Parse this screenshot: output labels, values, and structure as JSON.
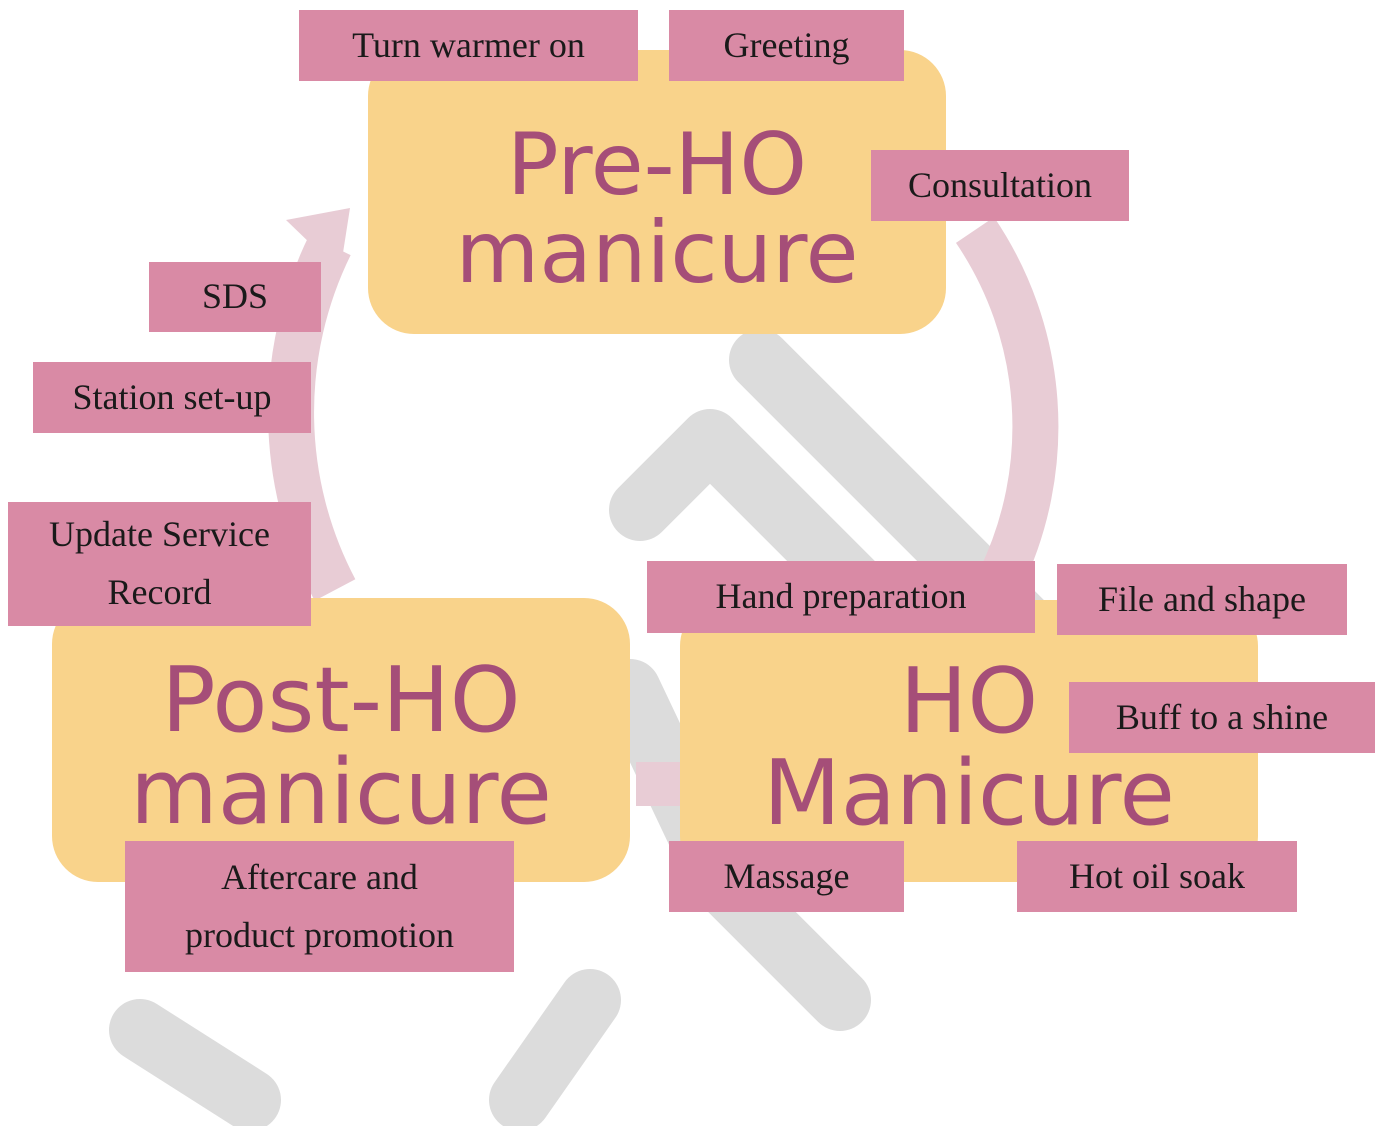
{
  "colors": {
    "stage_fill": "#f9d38b",
    "stage_text": "#a54e78",
    "tag_fill": "#d98aa5",
    "tag_text": "#1a1a1a",
    "cycle_arrow": "#e8ccd5",
    "watermark": "#dcdcdc"
  },
  "stages": {
    "pre": "Pre-HO\nmanicure",
    "ho": "HO\nManicure",
    "post": "Post-HO\nmanicure"
  },
  "tags": {
    "turn_warmer_on": "Turn warmer on",
    "greeting": "Greeting",
    "consultation": "Consultation",
    "sds": "SDS",
    "station_setup": "Station set-up",
    "update_service_record": "Update Service\nRecord",
    "hand_preparation": "Hand preparation",
    "file_and_shape": "File and shape",
    "buff_to_a_shine": "Buff to a shine",
    "massage": "Massage",
    "hot_oil_soak": "Hot oil soak",
    "aftercare": "Aftercare and\nproduct promotion"
  }
}
